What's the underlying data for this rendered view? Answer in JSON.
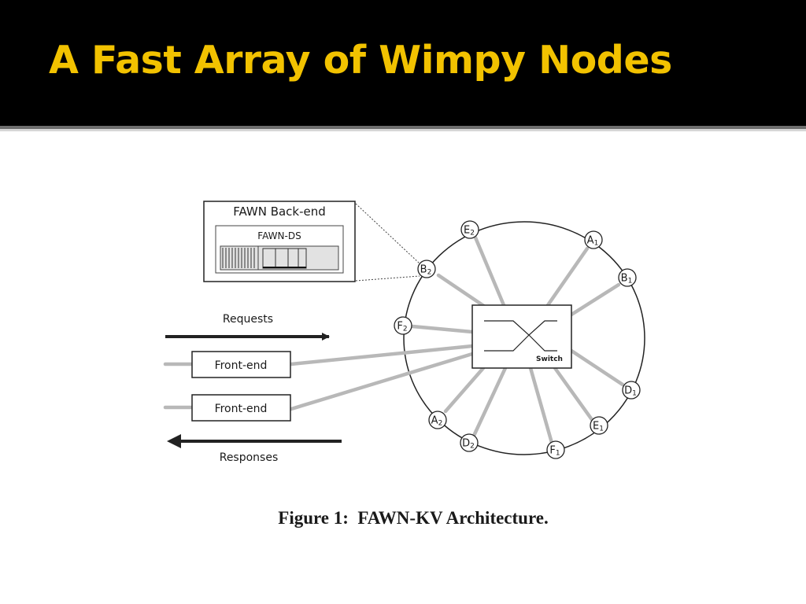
{
  "slide": {
    "title": "A Fast Array of Wimpy Nodes",
    "accent_color": "#f2c200",
    "header_background": "#000000"
  },
  "diagram": {
    "backend_box": {
      "title": "FAWN Back-end",
      "inner_label": "FAWN-DS"
    },
    "requests_label": "Requests",
    "responses_label": "Responses",
    "frontends": [
      {
        "label": "Front-end"
      },
      {
        "label": "Front-end"
      }
    ],
    "switch_label": "Switch",
    "ring_nodes": [
      {
        "letter": "E",
        "sub": "2"
      },
      {
        "letter": "A",
        "sub": "1"
      },
      {
        "letter": "B",
        "sub": "1"
      },
      {
        "letter": "B",
        "sub": "2"
      },
      {
        "letter": "F",
        "sub": "2"
      },
      {
        "letter": "D",
        "sub": "1"
      },
      {
        "letter": "E",
        "sub": "1"
      },
      {
        "letter": "F",
        "sub": "1"
      },
      {
        "letter": "D",
        "sub": "2"
      },
      {
        "letter": "A",
        "sub": "2"
      }
    ]
  },
  "caption": "Figure 1:  FAWN-KV Architecture."
}
